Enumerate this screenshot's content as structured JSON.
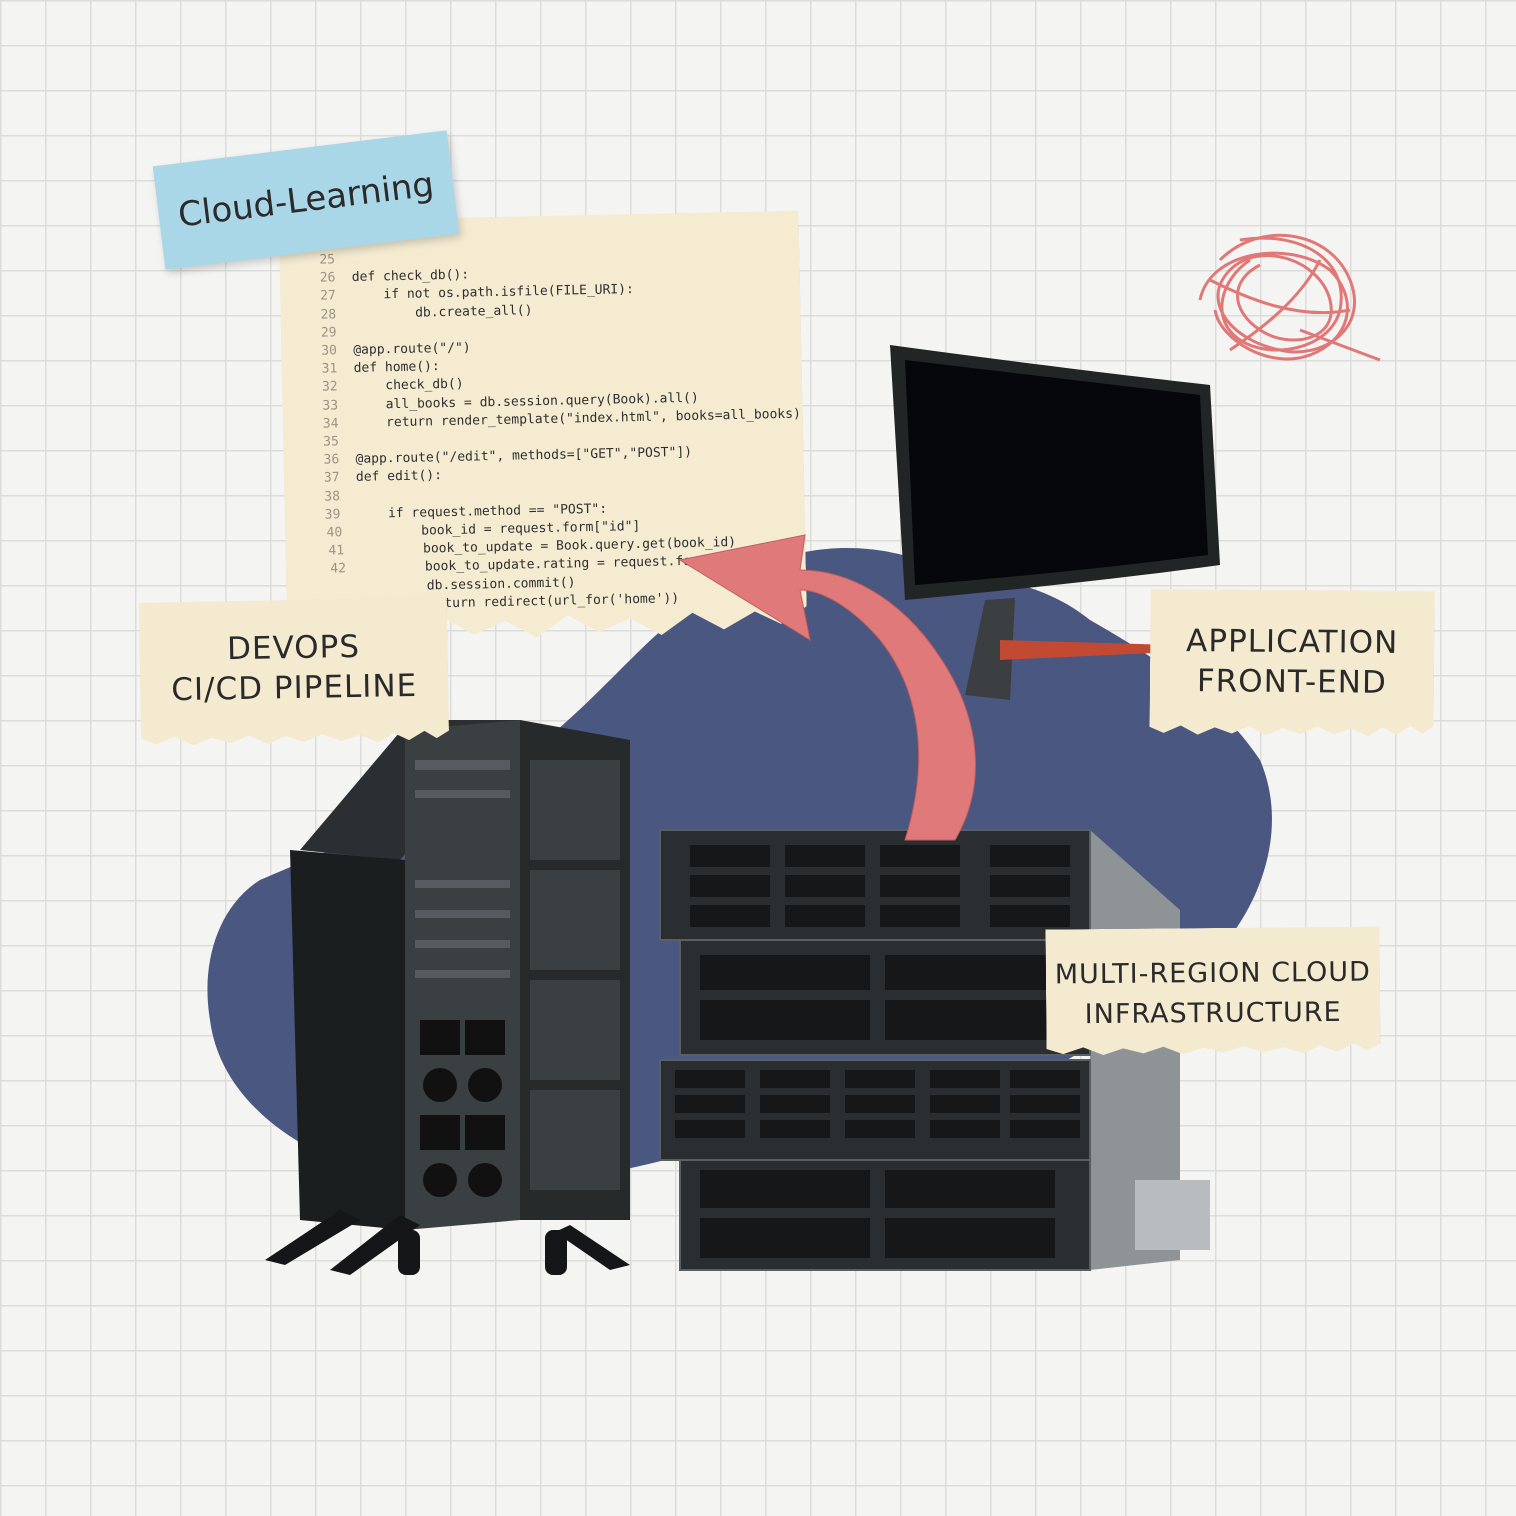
{
  "sticker": {
    "title": "Cloud-Learning"
  },
  "labels": {
    "devops": [
      "DEVOPS",
      "CI/CD PIPELINE"
    ],
    "frontend": [
      "APPLICATION",
      "FRONT-END"
    ],
    "infra": [
      "MULTI-REGION CLOUD",
      "INFRASTRUCTURE"
    ]
  },
  "code": [
    {
      "n": "25",
      "t": ""
    },
    {
      "n": "26",
      "t": "def check_db():"
    },
    {
      "n": "27",
      "t": "    if not os.path.isfile(FILE_URI):"
    },
    {
      "n": "28",
      "t": "        db.create_all()"
    },
    {
      "n": "29",
      "t": ""
    },
    {
      "n": "30",
      "t": "@app.route(\"/\")"
    },
    {
      "n": "31",
      "t": "def home():"
    },
    {
      "n": "32",
      "t": "    check_db()"
    },
    {
      "n": "33",
      "t": "    all_books = db.session.query(Book).all()"
    },
    {
      "n": "34",
      "t": "    return render_template(\"index.html\", books=all_books)"
    },
    {
      "n": "35",
      "t": ""
    },
    {
      "n": "36",
      "t": "@app.route(\"/edit\", methods=[\"GET\",\"POST\"])"
    },
    {
      "n": "37",
      "t": "def edit():"
    },
    {
      "n": "38",
      "t": ""
    },
    {
      "n": "39",
      "t": "    if request.method == \"POST\":"
    },
    {
      "n": "40",
      "t": "        book_id = request.form[\"id\"]"
    },
    {
      "n": "41",
      "t": "        book_to_update = Book.query.get(book_id)"
    },
    {
      "n": "42",
      "t": "        book_to_update.rating = request.form[\"rating\"]"
    },
    {
      "n": "",
      "t": "        db.session.commit()"
    },
    {
      "n": "",
      "t": "        return redirect(url_for('home'))"
    }
  ],
  "icons": {
    "scribble": "scribble-icon",
    "arrow": "curved-arrow-icon",
    "monitor": "monitor-icon",
    "servers": "server-rack-icon",
    "tower": "tower-server-icon"
  },
  "colors": {
    "blob": "#4a5780",
    "arrow": "#e07a7a",
    "paper": "#f3ead0",
    "sticker": "#a9d7e7",
    "scribble": "#e06b6b"
  }
}
